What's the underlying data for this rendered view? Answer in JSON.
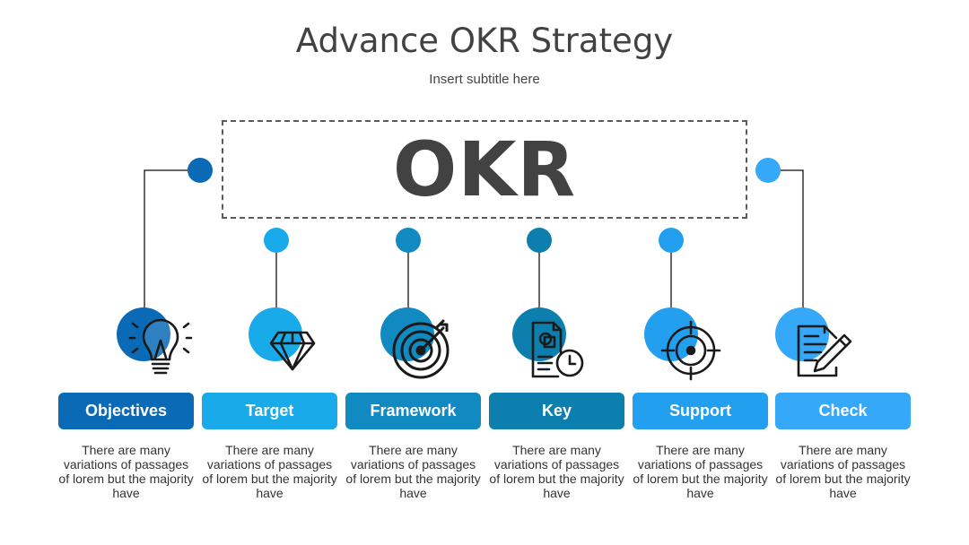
{
  "title": "Advance OKR Strategy",
  "subtitle": "Insert subtitle here",
  "center_label": "OKR",
  "colors": {
    "text": "#424242",
    "objectives": "#0a6ab6",
    "target": "#19aaea",
    "framework": "#1189c1",
    "key": "#0d7fae",
    "support": "#22a0ef",
    "check": "#35a8f9"
  },
  "steps": [
    {
      "label": "Objectives",
      "icon": "lightbulb-icon",
      "desc": "There are many variations of passages of lorem but the majority have"
    },
    {
      "label": "Target",
      "icon": "diamond-icon",
      "desc": "There are many variations of passages of lorem but the majority have"
    },
    {
      "label": "Framework",
      "icon": "target-arrow-icon",
      "desc": "There are many variations of passages of lorem but the majority have"
    },
    {
      "label": "Key",
      "icon": "document-clock-icon",
      "desc": "There are many variations of passages of lorem but the majority have"
    },
    {
      "label": "Support",
      "icon": "crosshair-icon",
      "desc": "There are many variations of passages of lorem but the majority have"
    },
    {
      "label": "Check",
      "icon": "contract-pen-icon",
      "desc": "There are many variations of passages of lorem but the majority have"
    }
  ]
}
